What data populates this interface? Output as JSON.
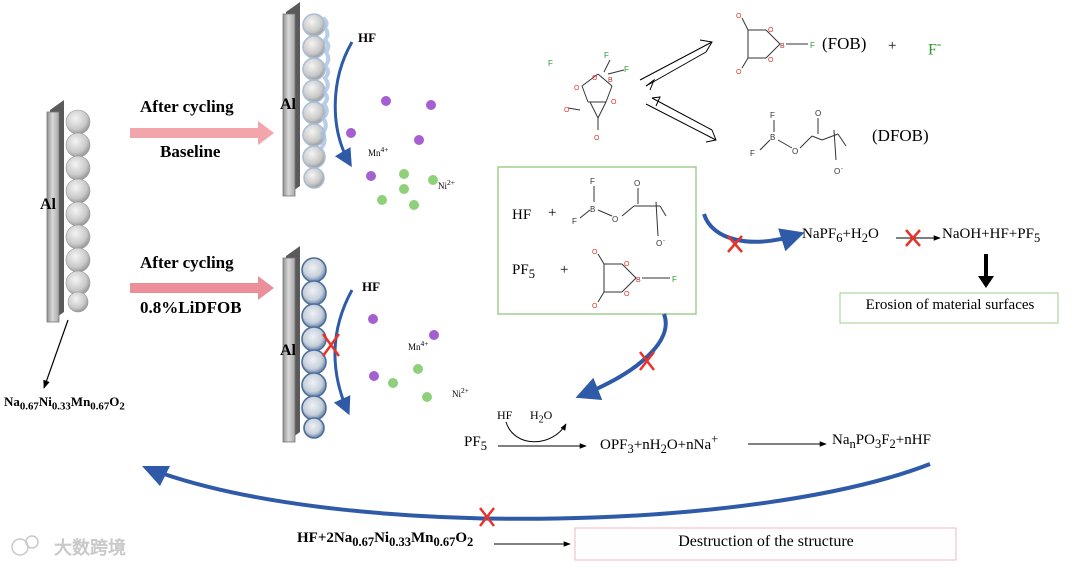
{
  "left": {
    "collector_label": "Al",
    "material_formula": "Na<sub>0.67</sub>Ni<sub>0.33</sub>Mn<sub>0.67</sub>O<sub>2</sub>"
  },
  "top_branch": {
    "arrow_label_top": "After cycling",
    "arrow_label_bottom": "Baseline",
    "collector_label": "Al",
    "attacker": "HF",
    "ion_mn": "Mn<sup>4+</sup>",
    "ion_ni": "Ni<sup>2+</sup>"
  },
  "bottom_branch": {
    "arrow_label_top": "After cycling",
    "arrow_label_bottom": "0.8%LiDFOB",
    "collector_label": "Al",
    "attacker": "HF",
    "ion_mn": "Mn<sup>4+</sup>",
    "ion_ni": "Ni<sup>2+</sup>"
  },
  "chemistry": {
    "fob_label": "(FOB)",
    "plus": "+",
    "fluoride": "F<sup>-</sup>",
    "dfob_label": "(DFOB)",
    "box_hf": "HF",
    "box_pf5": "PF<sub>5</sub>",
    "box_plus": "+",
    "hydrolysis_reactant": "NaPF<sub>6</sub>+H<sub>2</sub>O",
    "hydrolysis_product": "NaOH+HF+PF<sub>5</sub>",
    "erosion_text": "Erosion of material surfaces",
    "pf5_label": "PF<sub>5</sub>",
    "hf_small": "HF",
    "h2o_small": "H<sub>2</sub>O",
    "opf3_equation": "OPF<sub>3</sub>+nH<sub>2</sub>O+nNa<sup>+</sup>",
    "product_nanpo3f2": "Na<sub>n</sub>PO<sub>3</sub>F<sub>2</sub>+nHF",
    "bottom_equation": "HF+2Na<sub>0.67</sub>Ni<sub>0.33</sub>Mn<sub>0.67</sub>O<sub>2</sub>",
    "destruction_text": "Destruction of the structure"
  },
  "watermark": "大数跨境",
  "colors": {
    "blue_arrow": "#2e5aa8",
    "red_cross": "#e8332a",
    "purple_ion": "#a45fd1",
    "green_ion": "#8fd07a",
    "pink_arrow": "#f2a6ab",
    "box_green": "#9fcf8f",
    "box_pink": "#f0b8c0"
  }
}
